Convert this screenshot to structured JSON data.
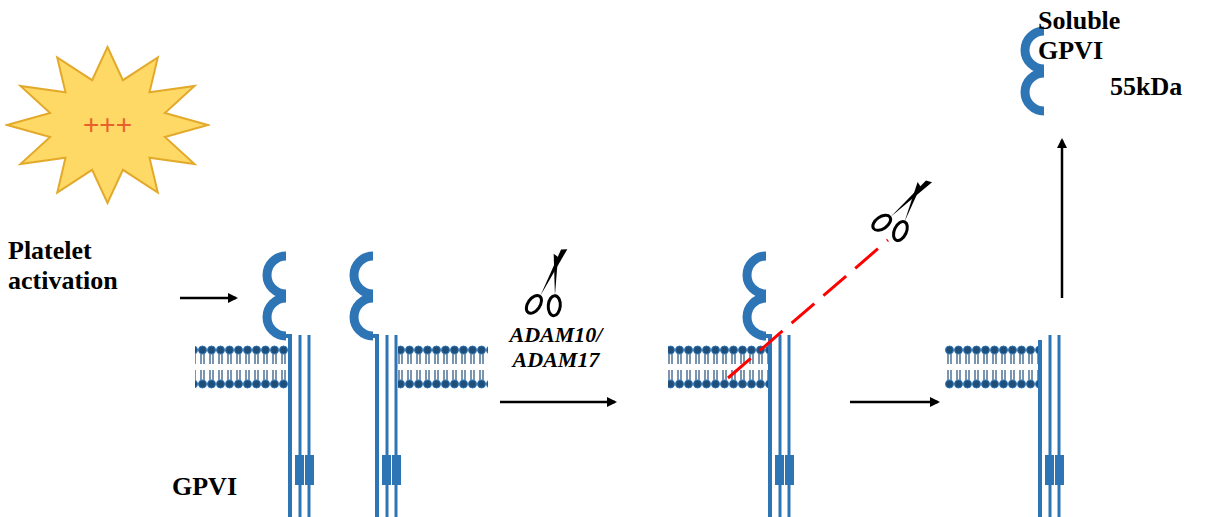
{
  "diagram": {
    "nodes": [
      {
        "text": [
          "+++"
        ]
      }
    ],
    "labels": [
      "Platelet activation",
      "ADAM10/ ADAM17",
      "GPVI",
      "Soluble GPVI",
      "55kDa"
    ]
  }
}
